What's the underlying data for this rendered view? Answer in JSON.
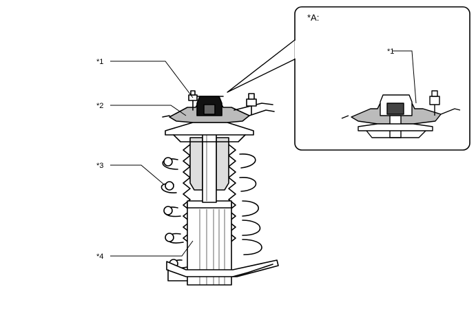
{
  "diagram": {
    "callouts": [
      {
        "id": "1",
        "label": "*1"
      },
      {
        "id": "2",
        "label": "*2"
      },
      {
        "id": "3",
        "label": "*3"
      },
      {
        "id": "4",
        "label": "*4"
      }
    ],
    "inset": {
      "title": "*A:",
      "callout_label": "*1"
    }
  }
}
